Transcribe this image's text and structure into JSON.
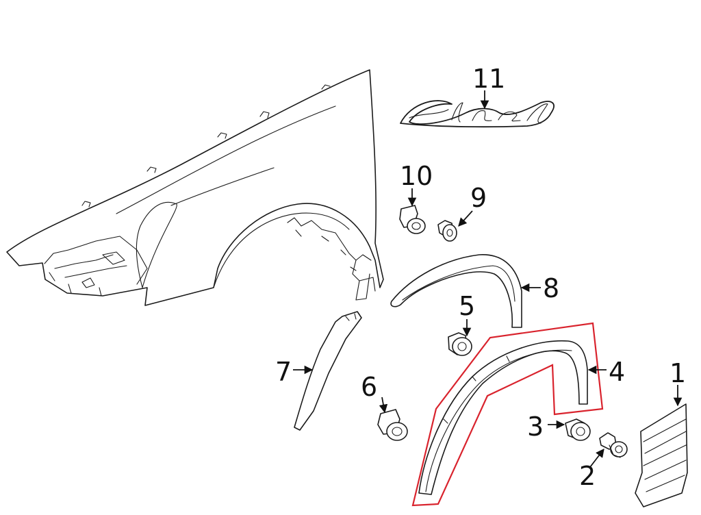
{
  "callouts": {
    "c1": "1",
    "c2": "2",
    "c3": "3",
    "c4": "4",
    "c5": "5",
    "c6": "6",
    "c7": "7",
    "c8": "8",
    "c9": "9",
    "c10": "10",
    "c11": "11"
  },
  "colors": {
    "highlight": "#d9232d",
    "line": "#1a1a1a"
  }
}
